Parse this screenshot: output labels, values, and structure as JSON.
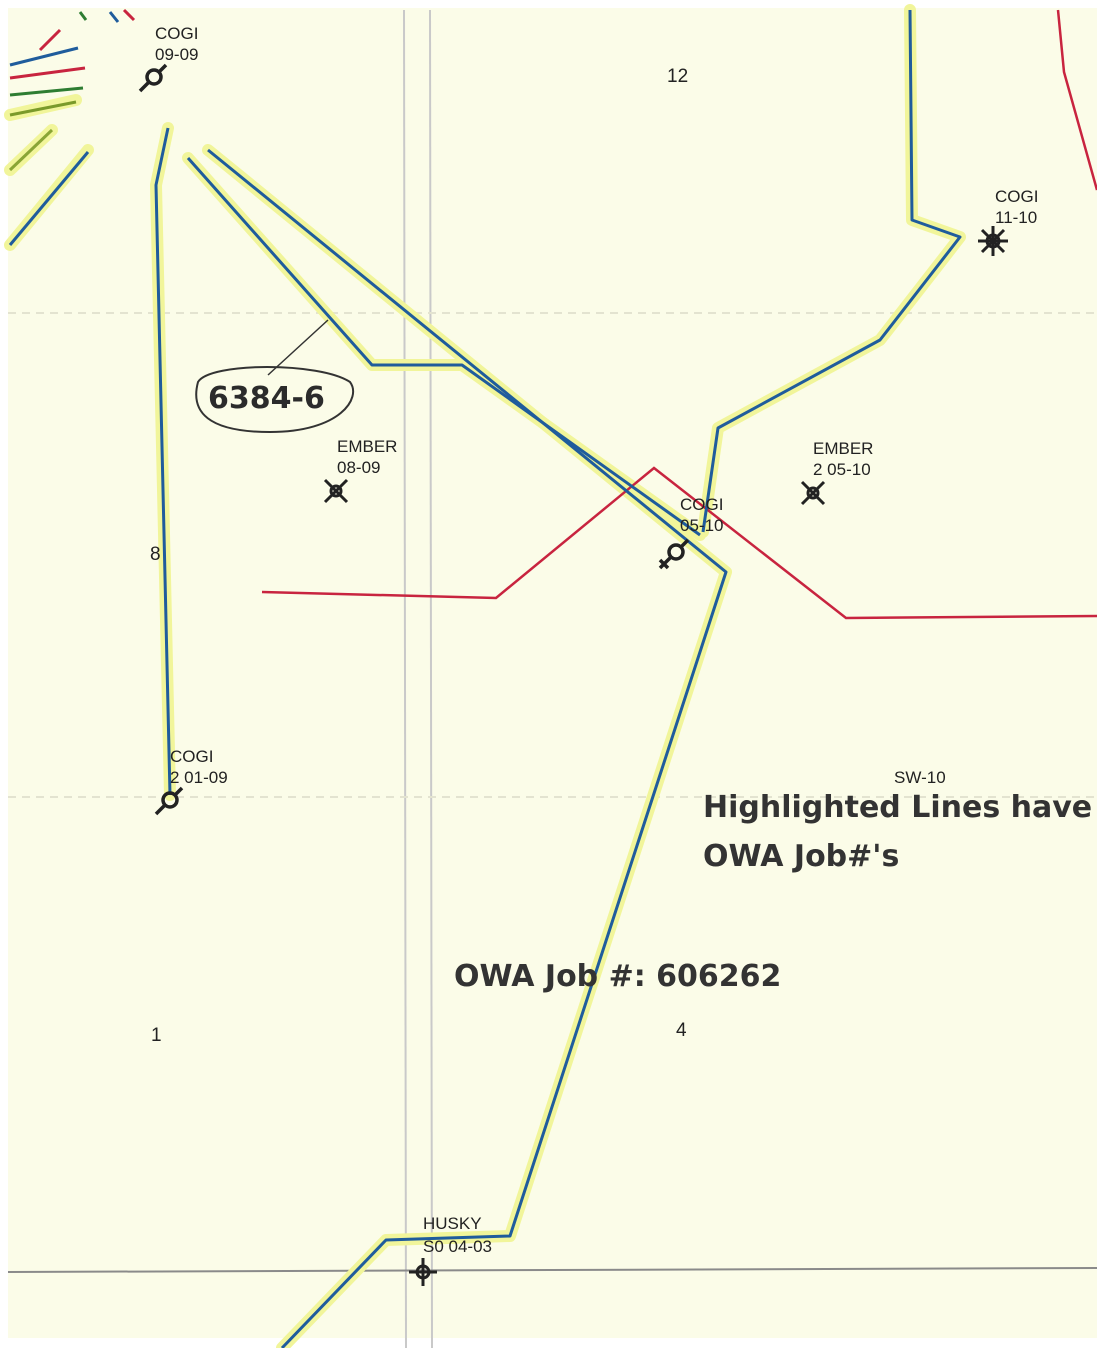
{
  "colors": {
    "paper": "#fbfce8",
    "highlight": "#f1f59a",
    "pipeline_blue": "#1f5c9c",
    "boundary_red": "#c8243f",
    "grid": "#c9c9c9"
  },
  "sections": {
    "s12": "12",
    "s8": "8",
    "s1": "1",
    "s4": "4"
  },
  "wells": {
    "cogi_0909": {
      "operator": "COGI",
      "id": "09-09",
      "symbol": "oil-well-icon"
    },
    "cogi_1110": {
      "operator": "COGI",
      "id": "11-10",
      "symbol": "gas-well-icon"
    },
    "ember_0809": {
      "operator": "EMBER",
      "id": "08-09",
      "symbol": "abandoned-well-icon"
    },
    "ember_20510": {
      "operator": "EMBER",
      "id": "2 05-10",
      "symbol": "abandoned-well-icon"
    },
    "cogi_0510": {
      "operator": "COGI",
      "id": "05-10",
      "symbol": "oil-well-icon"
    },
    "cogi_20109": {
      "operator": "COGI",
      "id": "2 01-09",
      "symbol": "oil-well-icon"
    },
    "husky_s00403": {
      "operator": "HUSKY",
      "id": "S0 04-03",
      "symbol": "location-icon"
    }
  },
  "labels": {
    "sw10": "SW-10",
    "job_tag": "6384-6",
    "legend_line1": "Highlighted Lines have",
    "legend_line2": "OWA Job#'s",
    "owa_job": "OWA Job #: 606262"
  }
}
